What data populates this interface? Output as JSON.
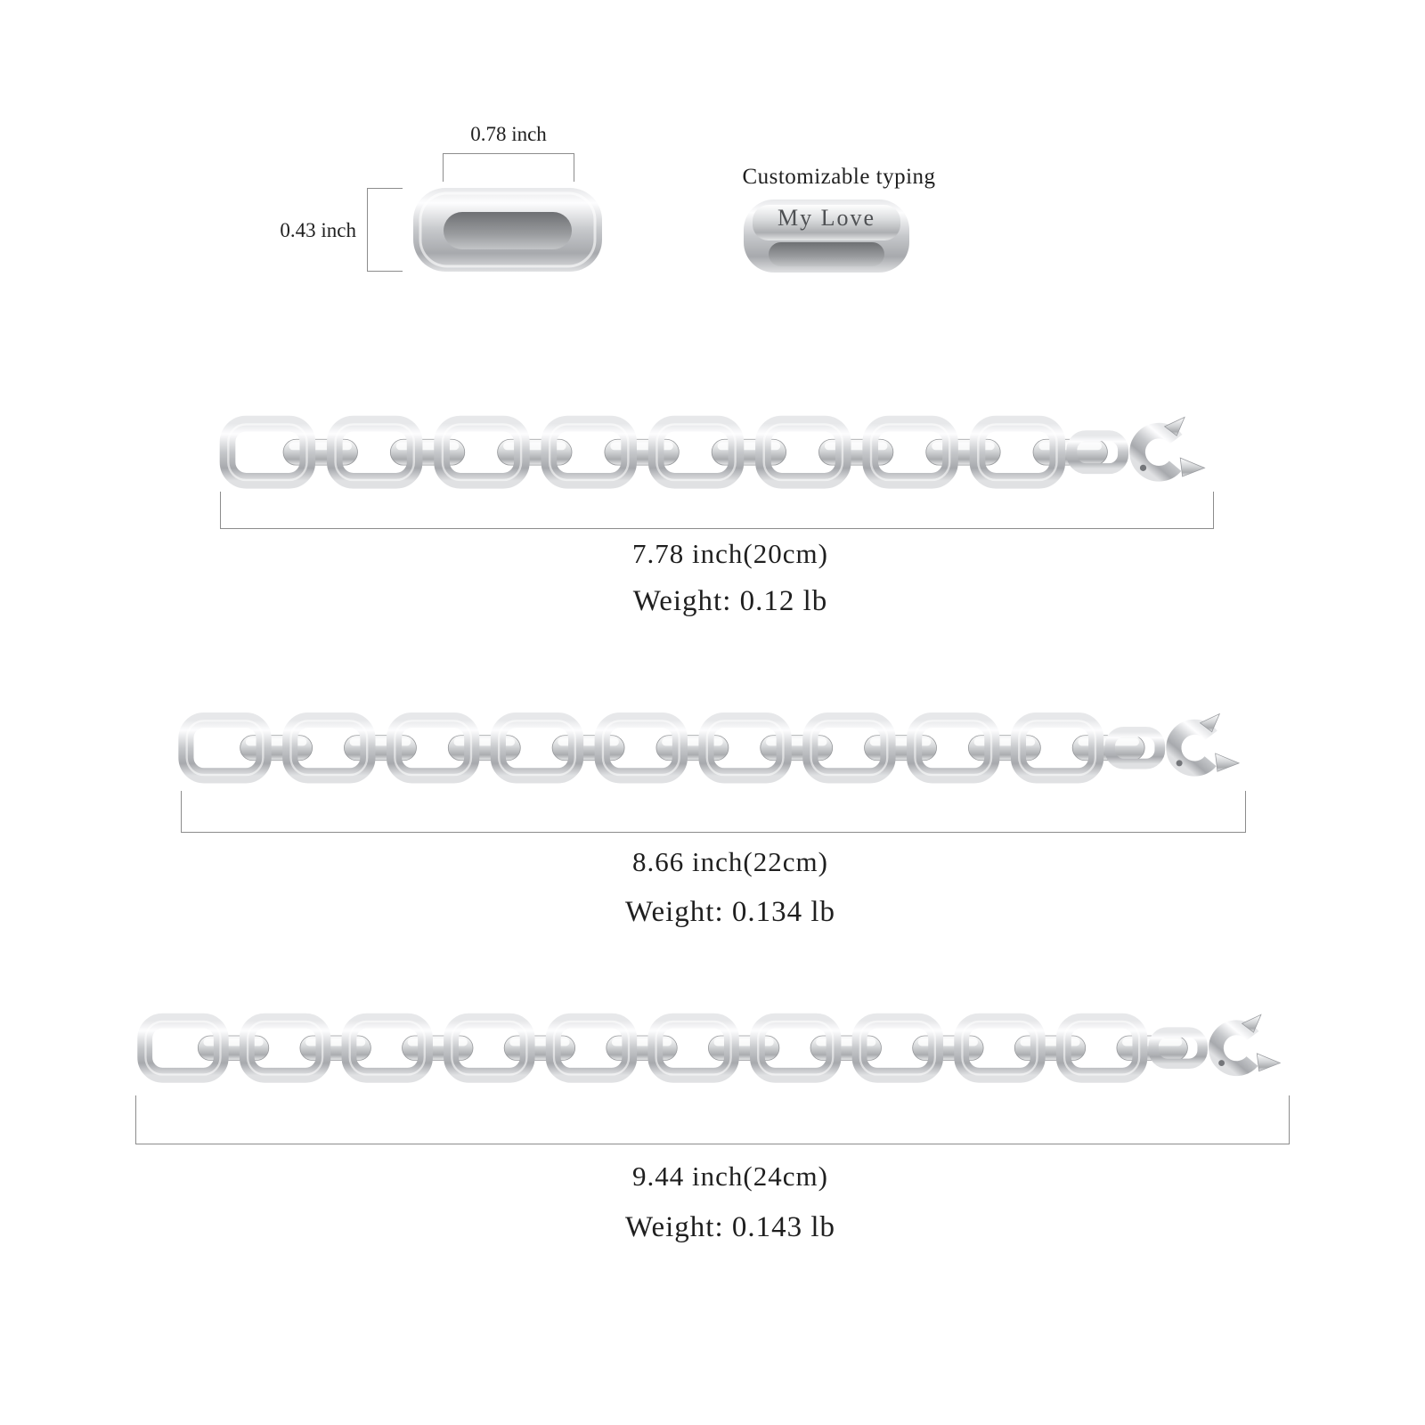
{
  "link_diagram": {
    "width_label": "0.78 inch",
    "height_label": "0.43 inch"
  },
  "custom_link": {
    "title": "Customizable typing",
    "engraving": "My Love"
  },
  "bracelets": [
    {
      "length": "7.78 inch(20cm)",
      "weight": "Weight: 0.12 lb"
    },
    {
      "length": "8.66 inch(22cm)",
      "weight": "Weight: 0.134 lb"
    },
    {
      "length": "9.44 inch(24cm)",
      "weight": "Weight: 0.143 lb"
    }
  ],
  "colors": {
    "metal_highlight": "#fdfdfe",
    "metal_mid": "#c6c8cb",
    "metal_shadow": "#a7a9ad",
    "dimension_line": "#8c8c8c",
    "text": "#1f1f1f",
    "engraving_text": "#4f5154"
  }
}
